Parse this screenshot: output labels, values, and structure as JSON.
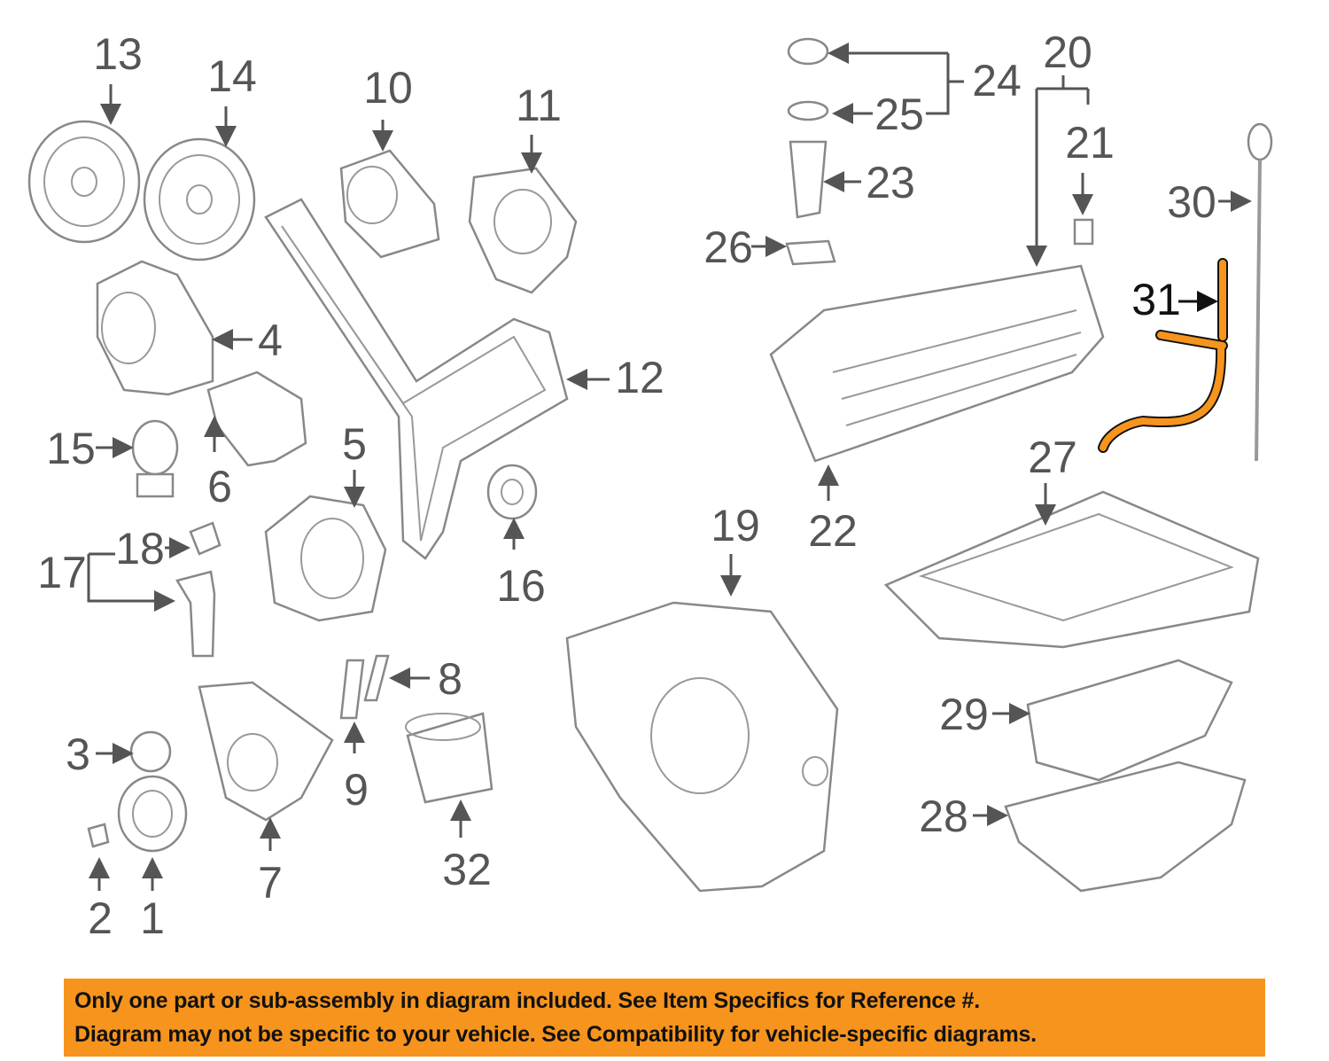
{
  "diagram": {
    "highlight_color": "#f7941d",
    "highlighted_part": "31",
    "callouts": [
      "1",
      "2",
      "3",
      "4",
      "5",
      "6",
      "7",
      "8",
      "9",
      "10",
      "11",
      "12",
      "13",
      "14",
      "15",
      "16",
      "17",
      "18",
      "19",
      "20",
      "21",
      "22",
      "23",
      "24",
      "25",
      "26",
      "27",
      "28",
      "29",
      "30",
      "31",
      "32"
    ]
  },
  "banner": {
    "line1": "Only one part or sub-assembly in diagram included. See Item Specifics for Reference #.",
    "line2": "Diagram may not be specific to your vehicle. See Compatibility for vehicle-specific diagrams."
  }
}
